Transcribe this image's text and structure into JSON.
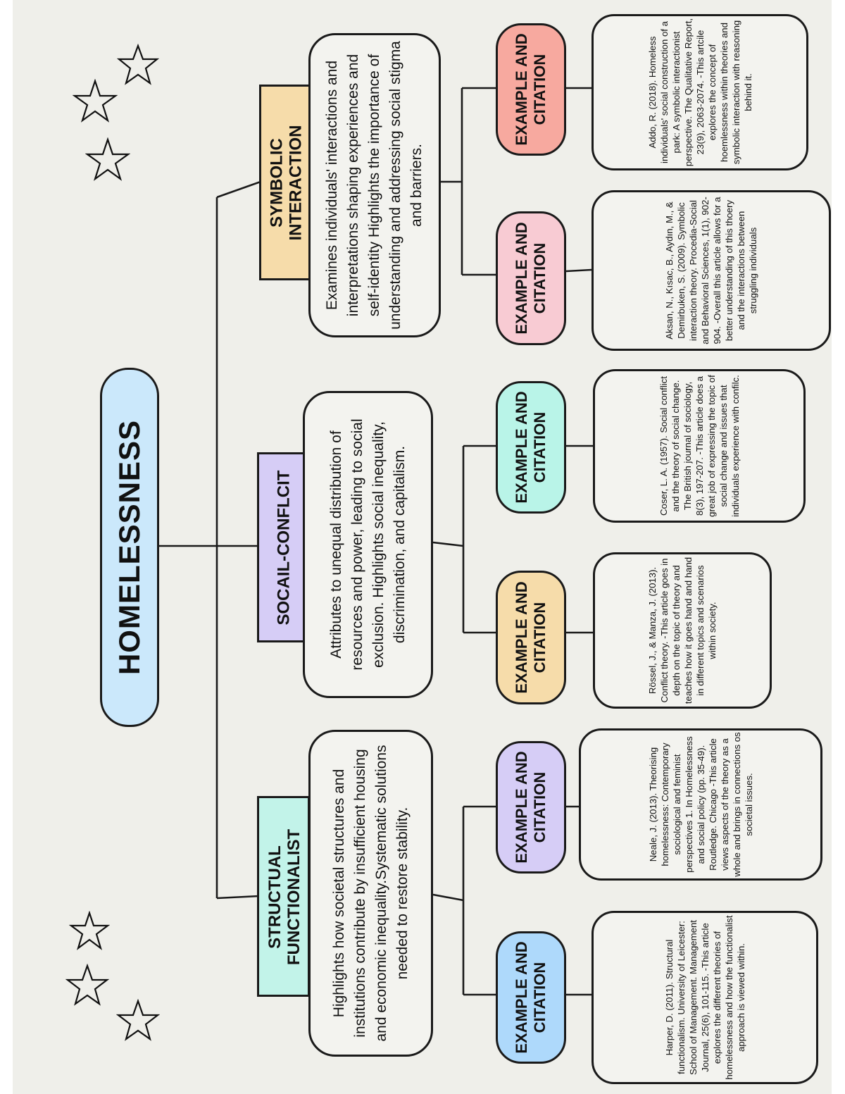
{
  "root": {
    "label": "HOMELESSNESS",
    "color": "#cbe8fb"
  },
  "branches": [
    {
      "theory": "STRUCTUAL FUNCTIONALIST",
      "color": "#c2f3e9",
      "description": "Highlights how societal structures and institutions contribute by insufficient housing and economic inequality.Systematic solutions needed to restore stability.",
      "examples": [
        {
          "label": "EXAMPLE AND CITATION",
          "color": "#aed9fb",
          "citation": "Harper, D. (2011). Structural functionalism. University of Leicester: School of Management. Management Journal, 25(6), 101-115. -This article explores the different theories of homelessness and how the functionalist approach is viewed within."
        },
        {
          "label": "EXAMPLE AND CITATION",
          "color": "#d6cdf6",
          "citation": "Neale, J. (2013). Theorising homelessness: Contemporary sociological and feminist perspectives 1. In Homelessness and social policy (pp. 35-49). Routledge. Chicago -This article views aspects of the theory as a whole and brings in connections os societal issues."
        }
      ]
    },
    {
      "theory": "SOCAIL-CONFLCIT",
      "color": "#d6cdf6",
      "description": "Attributes to unequal distribution of resources and power, leading to social exclusion. Highlights social inequality, discrimination, and capitalism.",
      "examples": [
        {
          "label": "EXAMPLE AND CITATION",
          "color": "#f6dcaa",
          "citation": "Rössel, J., & Manza, J. (2013). Conflict theory. -This article goes in depth on the topic of theory and teaches how it goes hand and hand in different topics and scenarios within society."
        },
        {
          "label": "EXAMPLE AND CITATION",
          "color": "#b9f4e8",
          "citation": "Coser, L. A. (1957). Social conflict and the theory of social change. The British journal of sociology, 8(3), 197-207. -This article does a great job of expressing the topic of social change and issues that individuals experience with confilc."
        }
      ]
    },
    {
      "theory": "SYMBOLIC INTERACTION",
      "color": "#f6dcaa",
      "description": "Examines individuals' interactions and interpretations shaping experiences and self-identity Highlights the importance of understanding and addressing social stigma and barriers.",
      "examples": [
        {
          "label": "EXAMPLE AND CITATION",
          "color": "#f8cbd3",
          "citation": "Aksan, N., Kısac, B., Aydın, M., & Demirbuken, S. (2009). Symbolic interaction theory. Procedia-Social and Behavioral Sciences, 1(1), 902-904. -Overall this article allows for a better understanding of this thoery and the interactions between struggling individuals"
        },
        {
          "label": "EXAMPLE AND CITATION",
          "color": "#f7a99f",
          "citation": "Addo, R. (2018). Homeless individuals' social construction of a park: A symbolic interactionist perspective. The Qualitative Report, 23(9), 2063-2074. -This artcile explores the concept of hoemlessness within theories and symbolic interaction with reasoning behind it."
        }
      ]
    }
  ]
}
